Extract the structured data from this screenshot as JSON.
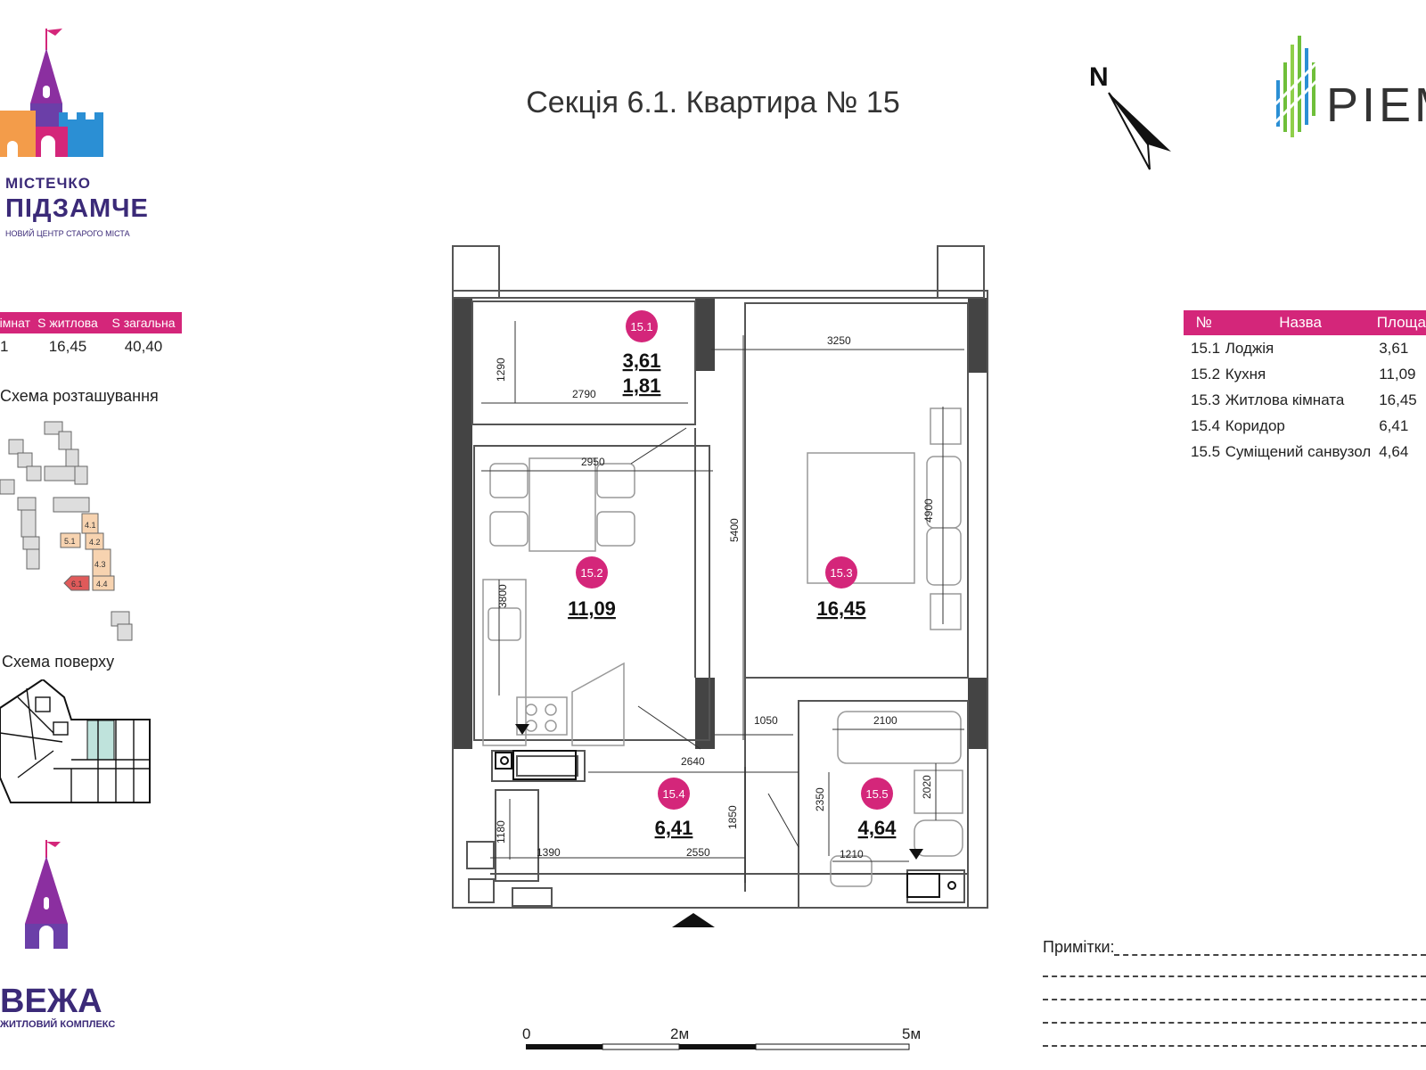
{
  "title": "Секція 6.1. Квартира № 15",
  "brand_left": {
    "name_line1": "МІСТЕЧКО",
    "name_line2": "ПІДЗАМЧЕ",
    "tagline": "НОВИЙ ЦЕНТР СТАРОГО МІСТА",
    "complex_name": "ВЕЖА",
    "complex_tagline": "ЖИТЛОВИЙ КОМПЛЕКС",
    "colors": {
      "magenta": "#d4267a",
      "purple": "#3b2a78"
    }
  },
  "brand_right": {
    "name": "PIEM",
    "accent": "#6fbf3a"
  },
  "compass": {
    "label": "N"
  },
  "summary": {
    "headers": [
      "Кімнат",
      "S житлова",
      "S загальна"
    ],
    "values": [
      "1",
      "16,45",
      "40,40"
    ]
  },
  "location_scheme_label": "Схема розташування",
  "floor_scheme_label": "Схема поверху",
  "location_scheme_sections": [
    "4.1",
    "4.2",
    "5.1",
    "4.3",
    "6.1",
    "4.4"
  ],
  "rooms_table": {
    "headers": [
      "№",
      "Назва",
      "Площа"
    ],
    "rows": [
      {
        "no": "15.1",
        "name": "Лоджія",
        "area": "3,61"
      },
      {
        "no": "15.2",
        "name": "Кухня",
        "area": "11,09"
      },
      {
        "no": "15.3",
        "name": "Житлова кімната",
        "area": "16,45"
      },
      {
        "no": "15.4",
        "name": "Коридор",
        "area": "6,41"
      },
      {
        "no": "15.5",
        "name": "Суміщений санвузол",
        "area": "4,64"
      }
    ]
  },
  "plan": {
    "rooms": [
      {
        "id": "15.1",
        "area": "3,61",
        "area2": "1,81"
      },
      {
        "id": "15.2",
        "area": "11,09"
      },
      {
        "id": "15.3",
        "area": "16,45"
      },
      {
        "id": "15.4",
        "area": "6,41"
      },
      {
        "id": "15.5",
        "area": "4,64"
      }
    ],
    "dimensions": [
      "1290",
      "2790",
      "3250",
      "2950",
      "5400",
      "4900",
      "3800",
      "1050",
      "2100",
      "2640",
      "2350",
      "2020",
      "1850",
      "1180",
      "1390",
      "2550",
      "1210"
    ]
  },
  "notes_label": "Примітки:",
  "scale": {
    "labels": [
      "0",
      "2м",
      "5м"
    ]
  }
}
